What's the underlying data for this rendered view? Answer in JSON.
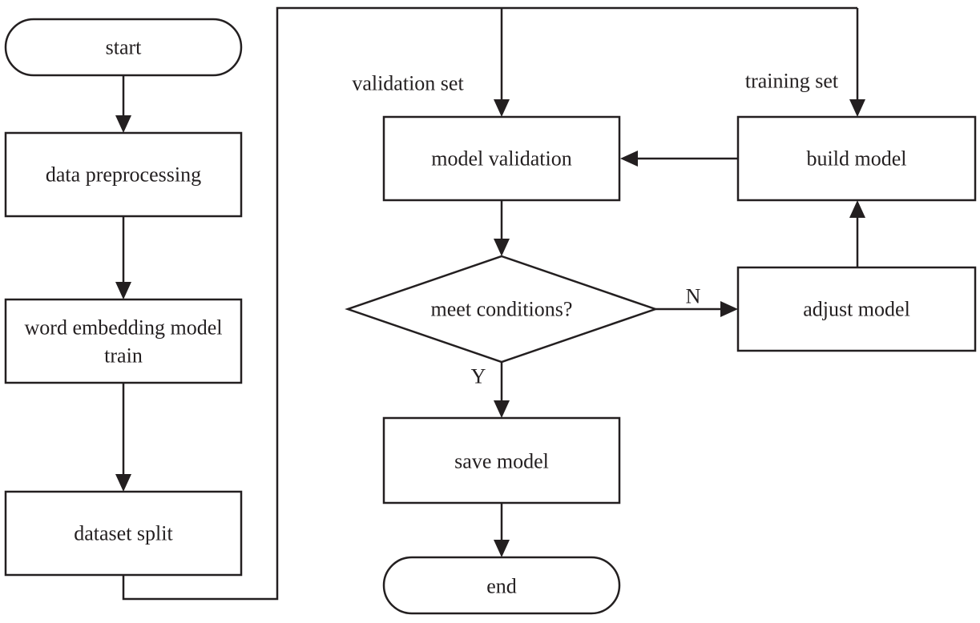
{
  "nodes": {
    "start": "start",
    "data_preprocessing": "data preprocessing",
    "word_embedding_line1": "word embedding model",
    "word_embedding_line2": "train",
    "dataset_split": "dataset split",
    "model_validation": "model validation",
    "build_model": "build model",
    "meet_conditions": "meet conditions?",
    "adjust_model": "adjust model",
    "save_model": "save model",
    "end": "end"
  },
  "edge_labels": {
    "validation_set": "validation set",
    "training_set": "training set",
    "yes": "Y",
    "no": "N"
  }
}
